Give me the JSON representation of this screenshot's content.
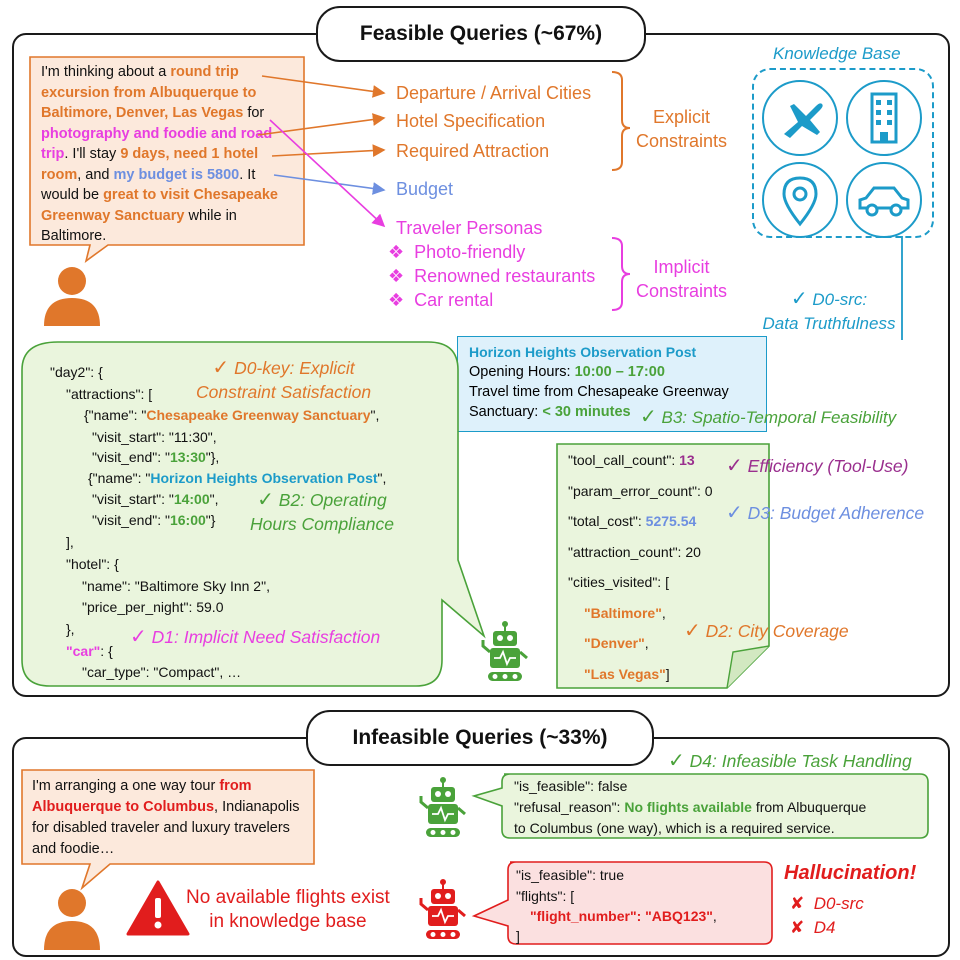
{
  "feasible": {
    "title": "Feasible Queries (~67%)",
    "query": {
      "p1": "I'm thinking about a ",
      "p2": "round trip excursion from Albuquerque to Baltimore, Denver, Las Vegas",
      "p3": " for ",
      "p4": "photography and foodie and road trip",
      "p5": ". I'll stay ",
      "p6": "9 days, need 1 hotel room",
      "p7": ", and ",
      "p8": "my budget is 5800",
      "p9": ". It would be ",
      "p10": "great to visit Chesapeake Greenway Sanctuary",
      "p11": " while in Baltimore."
    },
    "constraints": {
      "departure": "Departure / Arrival Cities",
      "hotel": "Hotel Specification",
      "attraction": "Required Attraction",
      "budget": "Budget",
      "personas": "Traveler Personas",
      "persona_items": [
        "Photo-friendly",
        "Renowned restaurants",
        "Car rental"
      ],
      "bullet": "❖",
      "explicit_label_1": "Explicit",
      "explicit_label_2": "Constraints",
      "implicit_label_1": "Implicit",
      "implicit_label_2": "Constraints"
    },
    "kb": {
      "title": "Knowledge Base",
      "icons": [
        "airplane-icon",
        "building-icon",
        "location-pin-icon",
        "car-icon"
      ]
    },
    "d0src": {
      "check": "✓",
      "line1": "D0-src:",
      "line2": "Data Truthfulness"
    },
    "horizon": {
      "title": "Horizon Heights Observation Post",
      "hours_label": "Opening Hours: ",
      "hours_value": "10:00 – 17:00",
      "travel_line1": "Travel time from Chesapeake Greenway",
      "travel_label": "Sanctuary: ",
      "travel_value": "< 30 minutes"
    },
    "b3": {
      "check": "✓",
      "text": "B3: Spatio-Temporal Feasibility"
    },
    "plan": {
      "l1": "\"day2\": {",
      "l2": "\"attractions\": [",
      "l3a": "{\"name\": \"",
      "l3b": "Chesapeake Greenway Sanctuary",
      "l3c": "\",",
      "l4": "\"visit_start\": \"11:30\",",
      "l5a": "\"visit_end\": \"",
      "l5b": "13:30",
      "l5c": "\"},",
      "l6a": "{\"name\": \"",
      "l6b": "Horizon Heights Observation Post",
      "l6c": "\",",
      "l7a": "\"visit_start\": \"",
      "l7b": "14:00",
      "l7c": "\",",
      "l8a": "\"visit_end\": \"",
      "l8b": "16:00",
      "l8c": "\"}",
      "l9": "],",
      "l10": "\"hotel\": {",
      "l11": "\"name\": \"Baltimore Sky Inn 2\",",
      "l12": "\"price_per_night\": 59.0",
      "l13": "},",
      "l14a": "\"car\"",
      "l14b": ": {",
      "l15": "\"car_type\": \"Compact\", …",
      "d0key_line1": "D0-key: Explicit",
      "d0key_line2": "Constraint Satisfaction",
      "b2_line1": "B2: Operating",
      "b2_line2": "Hours Compliance",
      "d1": "D1: Implicit Need Satisfaction",
      "check": "✓"
    },
    "metrics": {
      "tool_label": "\"tool_call_count\": ",
      "tool_value": "13",
      "param": "\"param_error_count\": 0",
      "cost_label": "\"total_cost\": ",
      "cost_value": "5275.54",
      "attraction": "\"attraction_count\": 20",
      "cities": "\"cities_visited\": [",
      "city1": "\"Baltimore\"",
      "city2": "\"Denver\"",
      "city3": "\"Las Vegas\"",
      "comma": ",",
      "close": "]",
      "efficiency": "Efficiency (Tool-Use)",
      "d3": "D3: Budget Adherence",
      "d2": "D2: City Coverage",
      "check": "✓"
    }
  },
  "infeasible": {
    "title": "Infeasible Queries (~33%)",
    "query": {
      "p1": "I'm arranging a one way tour ",
      "p2": "from Albuquerque to Columbus",
      "p3": ", Indianapolis for disabled traveler and luxury travelers and foodie…"
    },
    "warning": {
      "line1": "No available flights exist",
      "line2": "in knowledge base"
    },
    "d4": {
      "check": "✓",
      "text": "D4: Infeasible Task Handling"
    },
    "good": {
      "l1": "\"is_feasible\": false",
      "l2a": "\"refusal_reason\": ",
      "l2b": "No flights available",
      "l2c": " from Albuquerque",
      "l3": "to Columbus (one way), which is a required service."
    },
    "bad": {
      "l1": "\"is_feasible\": true",
      "l2": "\"flights\": [",
      "l3": "\"flight_number\": \"ABQ123\"",
      "l3c": ",",
      "l4": "]"
    },
    "hallucination": {
      "title": "Hallucination!",
      "x": "✘",
      "item1": "D0-src",
      "item2": "D4"
    }
  },
  "colors": {
    "orange": "#e0772b",
    "magenta": "#e83ee0",
    "blue": "#6d8fe0",
    "green": "#4aa23a",
    "cyan": "#1c9bc9",
    "purple": "#9a2f8e",
    "red": "#e11d1d"
  }
}
